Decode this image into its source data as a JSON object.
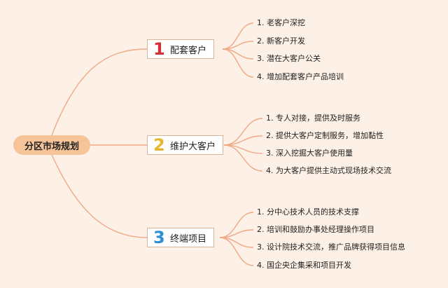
{
  "root": {
    "label": "分区市场规划"
  },
  "branches": [
    {
      "number": "1",
      "number_color": "#d0303a",
      "label": "配套客户",
      "items": [
        "1. 老客户深挖",
        "2. 新客户开发",
        "3. 潜在大客户公关",
        "4. 增加配套客户产品培训"
      ]
    },
    {
      "number": "2",
      "number_color": "#e8b62c",
      "label": "维护大客户",
      "items": [
        "1. 专人对接，提供及时服务",
        "2. 提供大客户定制服务，增加黏性",
        "3. 深入挖掘大客户使用量",
        "4. 为大客户提供主动式现场技术交流"
      ]
    },
    {
      "number": "3",
      "number_color": "#2c8fd6",
      "label": "终端项目",
      "items": [
        "1. 分中心技术人员的技术支撑",
        "2. 培训和鼓励办事处经理操作项目",
        "3. 设计院技术交流，推广品牌获得项目信息",
        "4. 国企央企集采和项目开发"
      ]
    }
  ],
  "colors": {
    "line": "#f0a885",
    "root_fill": "#f7c49a",
    "background": "#fdf0e6"
  }
}
